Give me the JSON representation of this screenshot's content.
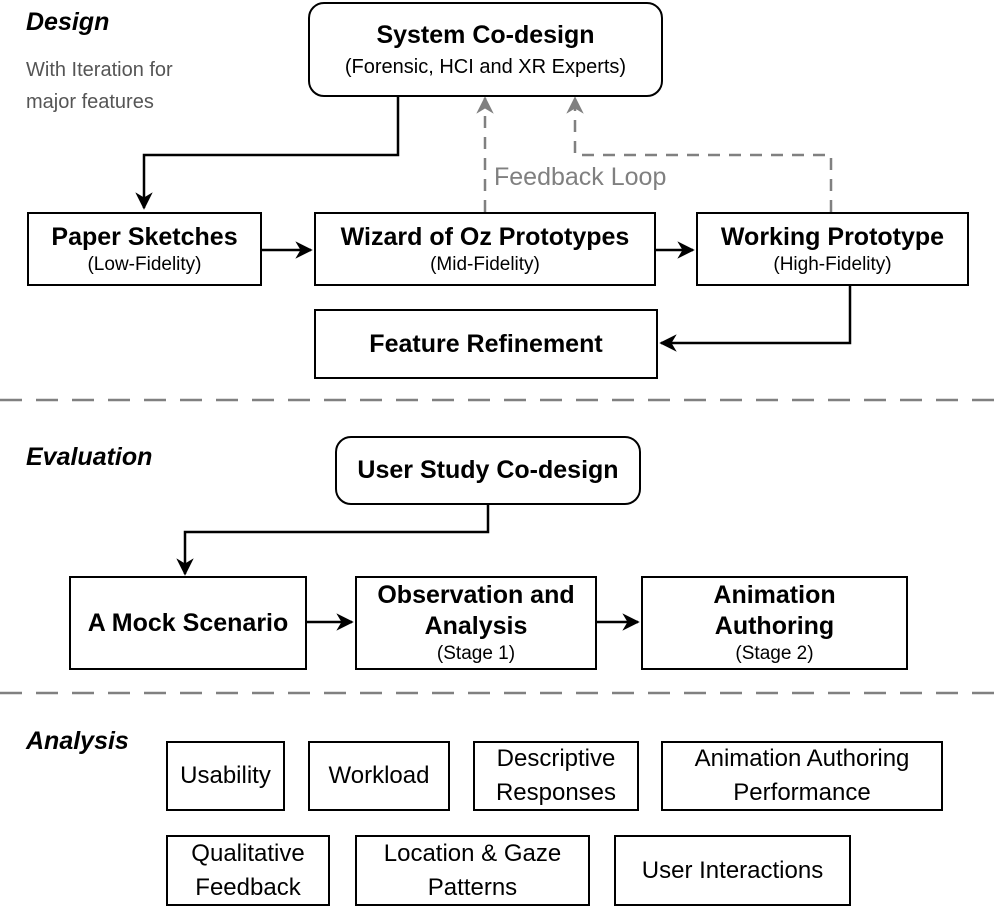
{
  "sections": {
    "design": "Design",
    "design_note_line1": "With Iteration for",
    "design_note_line2": "major features",
    "evaluation": "Evaluation",
    "analysis": "Analysis"
  },
  "design": {
    "system_codesign": {
      "title": "System Co-design",
      "sub": "(Forensic, HCI and XR Experts)"
    },
    "paper_sketches": {
      "title": "Paper Sketches",
      "sub": "(Low-Fidelity)"
    },
    "wizard_of_oz": {
      "title": "Wizard of Oz Prototypes",
      "sub": "(Mid-Fidelity)"
    },
    "working_prototype": {
      "title": "Working Prototype",
      "sub": "(High-Fidelity)"
    },
    "feature_refinement": {
      "title": "Feature Refinement"
    },
    "feedback_loop": "Feedback Loop"
  },
  "evaluation": {
    "user_study_codesign": {
      "title": "User Study Co-design"
    },
    "mock_scenario": {
      "title": "A Mock Scenario"
    },
    "observation": {
      "title_line1": "Observation and",
      "title_line2": "Analysis",
      "sub": "(Stage 1)"
    },
    "animation_authoring": {
      "title_line1": "Animation",
      "title_line2": "Authoring",
      "sub": "(Stage 2)"
    }
  },
  "analysis": {
    "usability": "Usability",
    "workload": "Workload",
    "descriptive_line1": "Descriptive",
    "descriptive_line2": "Responses",
    "aap_line1": "Animation Authoring",
    "aap_line2": "Performance",
    "qualitative_line1": "Qualitative",
    "qualitative_line2": "Feedback",
    "location_line1": "Location & Gaze",
    "location_line2": "Patterns",
    "user_interactions": "User Interactions"
  },
  "colors": {
    "line": "#000000",
    "dashed": "#808080",
    "note": "#555555"
  }
}
